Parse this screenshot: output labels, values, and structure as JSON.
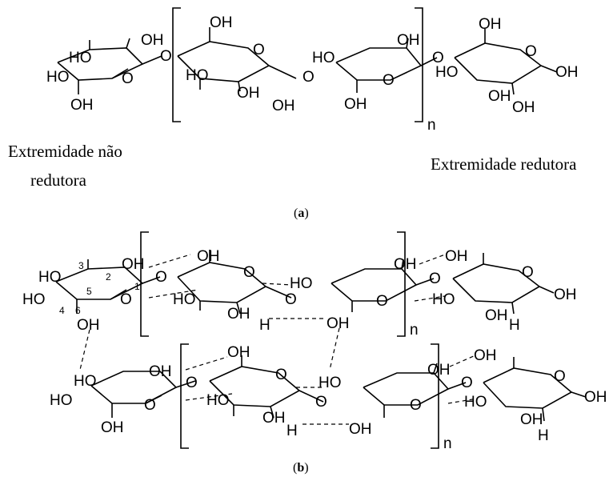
{
  "panel_a": {
    "label_open": "(",
    "label_letter": "a",
    "label_close": ")",
    "left_caption_line1": "Extremidade não",
    "left_caption_line2": "redutora",
    "right_caption": "Extremidade redutora",
    "repeat_subscript": "n"
  },
  "panel_b": {
    "label_open": "(",
    "label_letter": "b",
    "label_close": ")",
    "repeat_subscript_top": "n",
    "repeat_subscript_bottom": "n",
    "carbon_numbers": [
      "1",
      "2",
      "3",
      "4",
      "5",
      "6"
    ]
  },
  "atoms": {
    "hydroxyl": "OH",
    "hydroxyl_left": "HO",
    "oxygen": "O",
    "hydrogen": "H"
  }
}
